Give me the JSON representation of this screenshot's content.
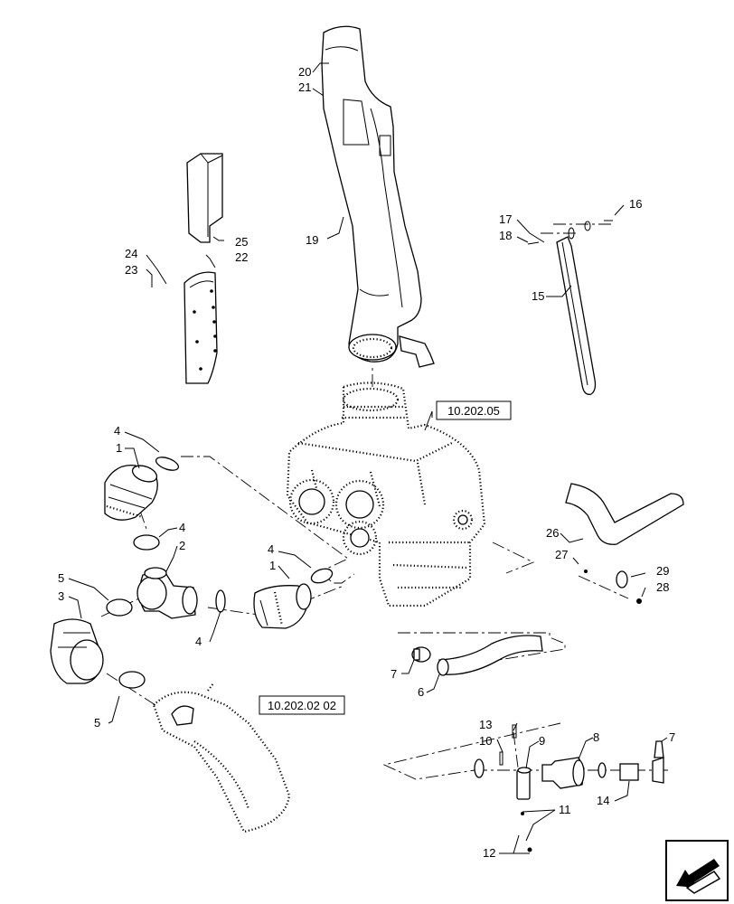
{
  "references": {
    "filter_assembly": "10.202.05",
    "intake_duct": "10.202.02 02"
  },
  "callouts": {
    "c1a": "1",
    "c1b": "1",
    "c2": "2",
    "c3": "3",
    "c4a": "4",
    "c4b": "4",
    "c4c": "4",
    "c4d": "4",
    "c5a": "5",
    "c5b": "5",
    "c6": "6",
    "c7a": "7",
    "c7b": "7",
    "c8": "8",
    "c9": "9",
    "c10": "10",
    "c11": "11",
    "c12": "12",
    "c13": "13",
    "c14": "14",
    "c15": "15",
    "c16": "16",
    "c17": "17",
    "c18": "18",
    "c19": "19",
    "c20": "20",
    "c21": "21",
    "c22": "22",
    "c23": "23",
    "c24": "24",
    "c25": "25",
    "c26": "26",
    "c27": "27",
    "c28": "28",
    "c29": "29"
  },
  "icons": {
    "navigation": "back-arrow-icon"
  }
}
